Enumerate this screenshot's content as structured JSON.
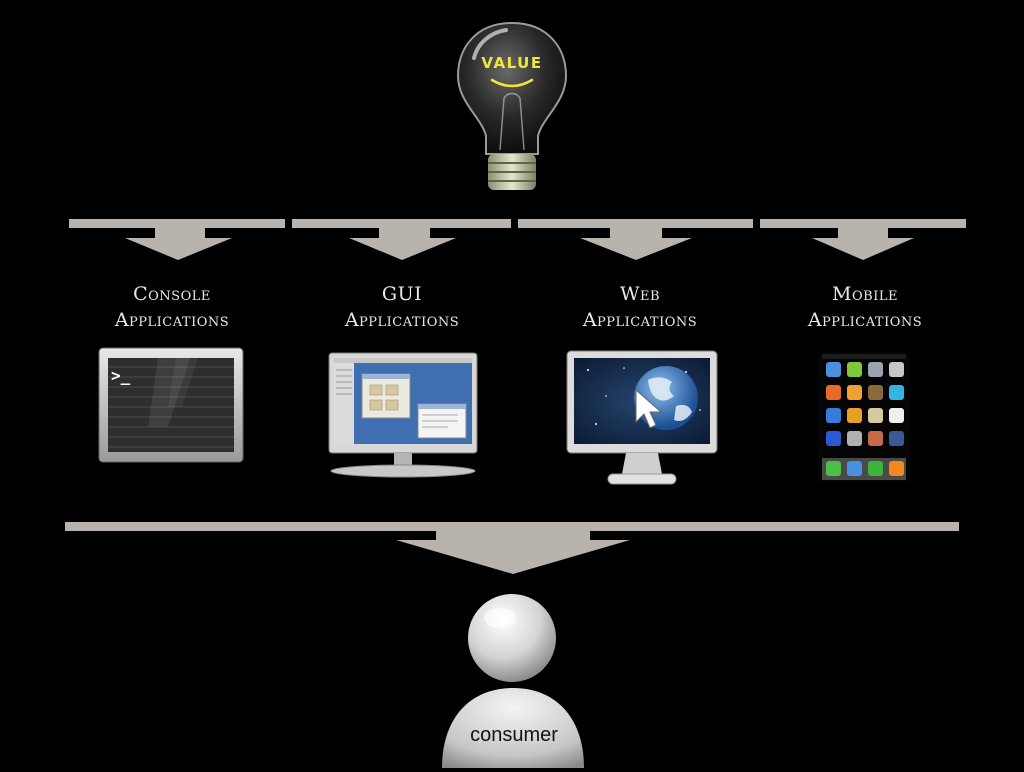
{
  "bulb": {
    "label": "VALUE",
    "icon": "lightbulb-icon"
  },
  "categories": [
    {
      "line1": "Console",
      "line2": "Applications",
      "icon": "terminal-monitor-icon"
    },
    {
      "line1": "GUI",
      "line2": "Applications",
      "icon": "desktop-monitor-icon"
    },
    {
      "line1": "Web",
      "line2": "Applications",
      "icon": "globe-monitor-icon"
    },
    {
      "line1": "Mobile",
      "line2": "Applications",
      "icon": "smartphone-icon"
    }
  ],
  "consumer": {
    "label": "consumer",
    "icon": "user-icon"
  },
  "colors": {
    "background": "#000000",
    "arrow": "#b8b4ad",
    "bulb_text": "#f2e63a",
    "label": "#e8e8e8"
  }
}
